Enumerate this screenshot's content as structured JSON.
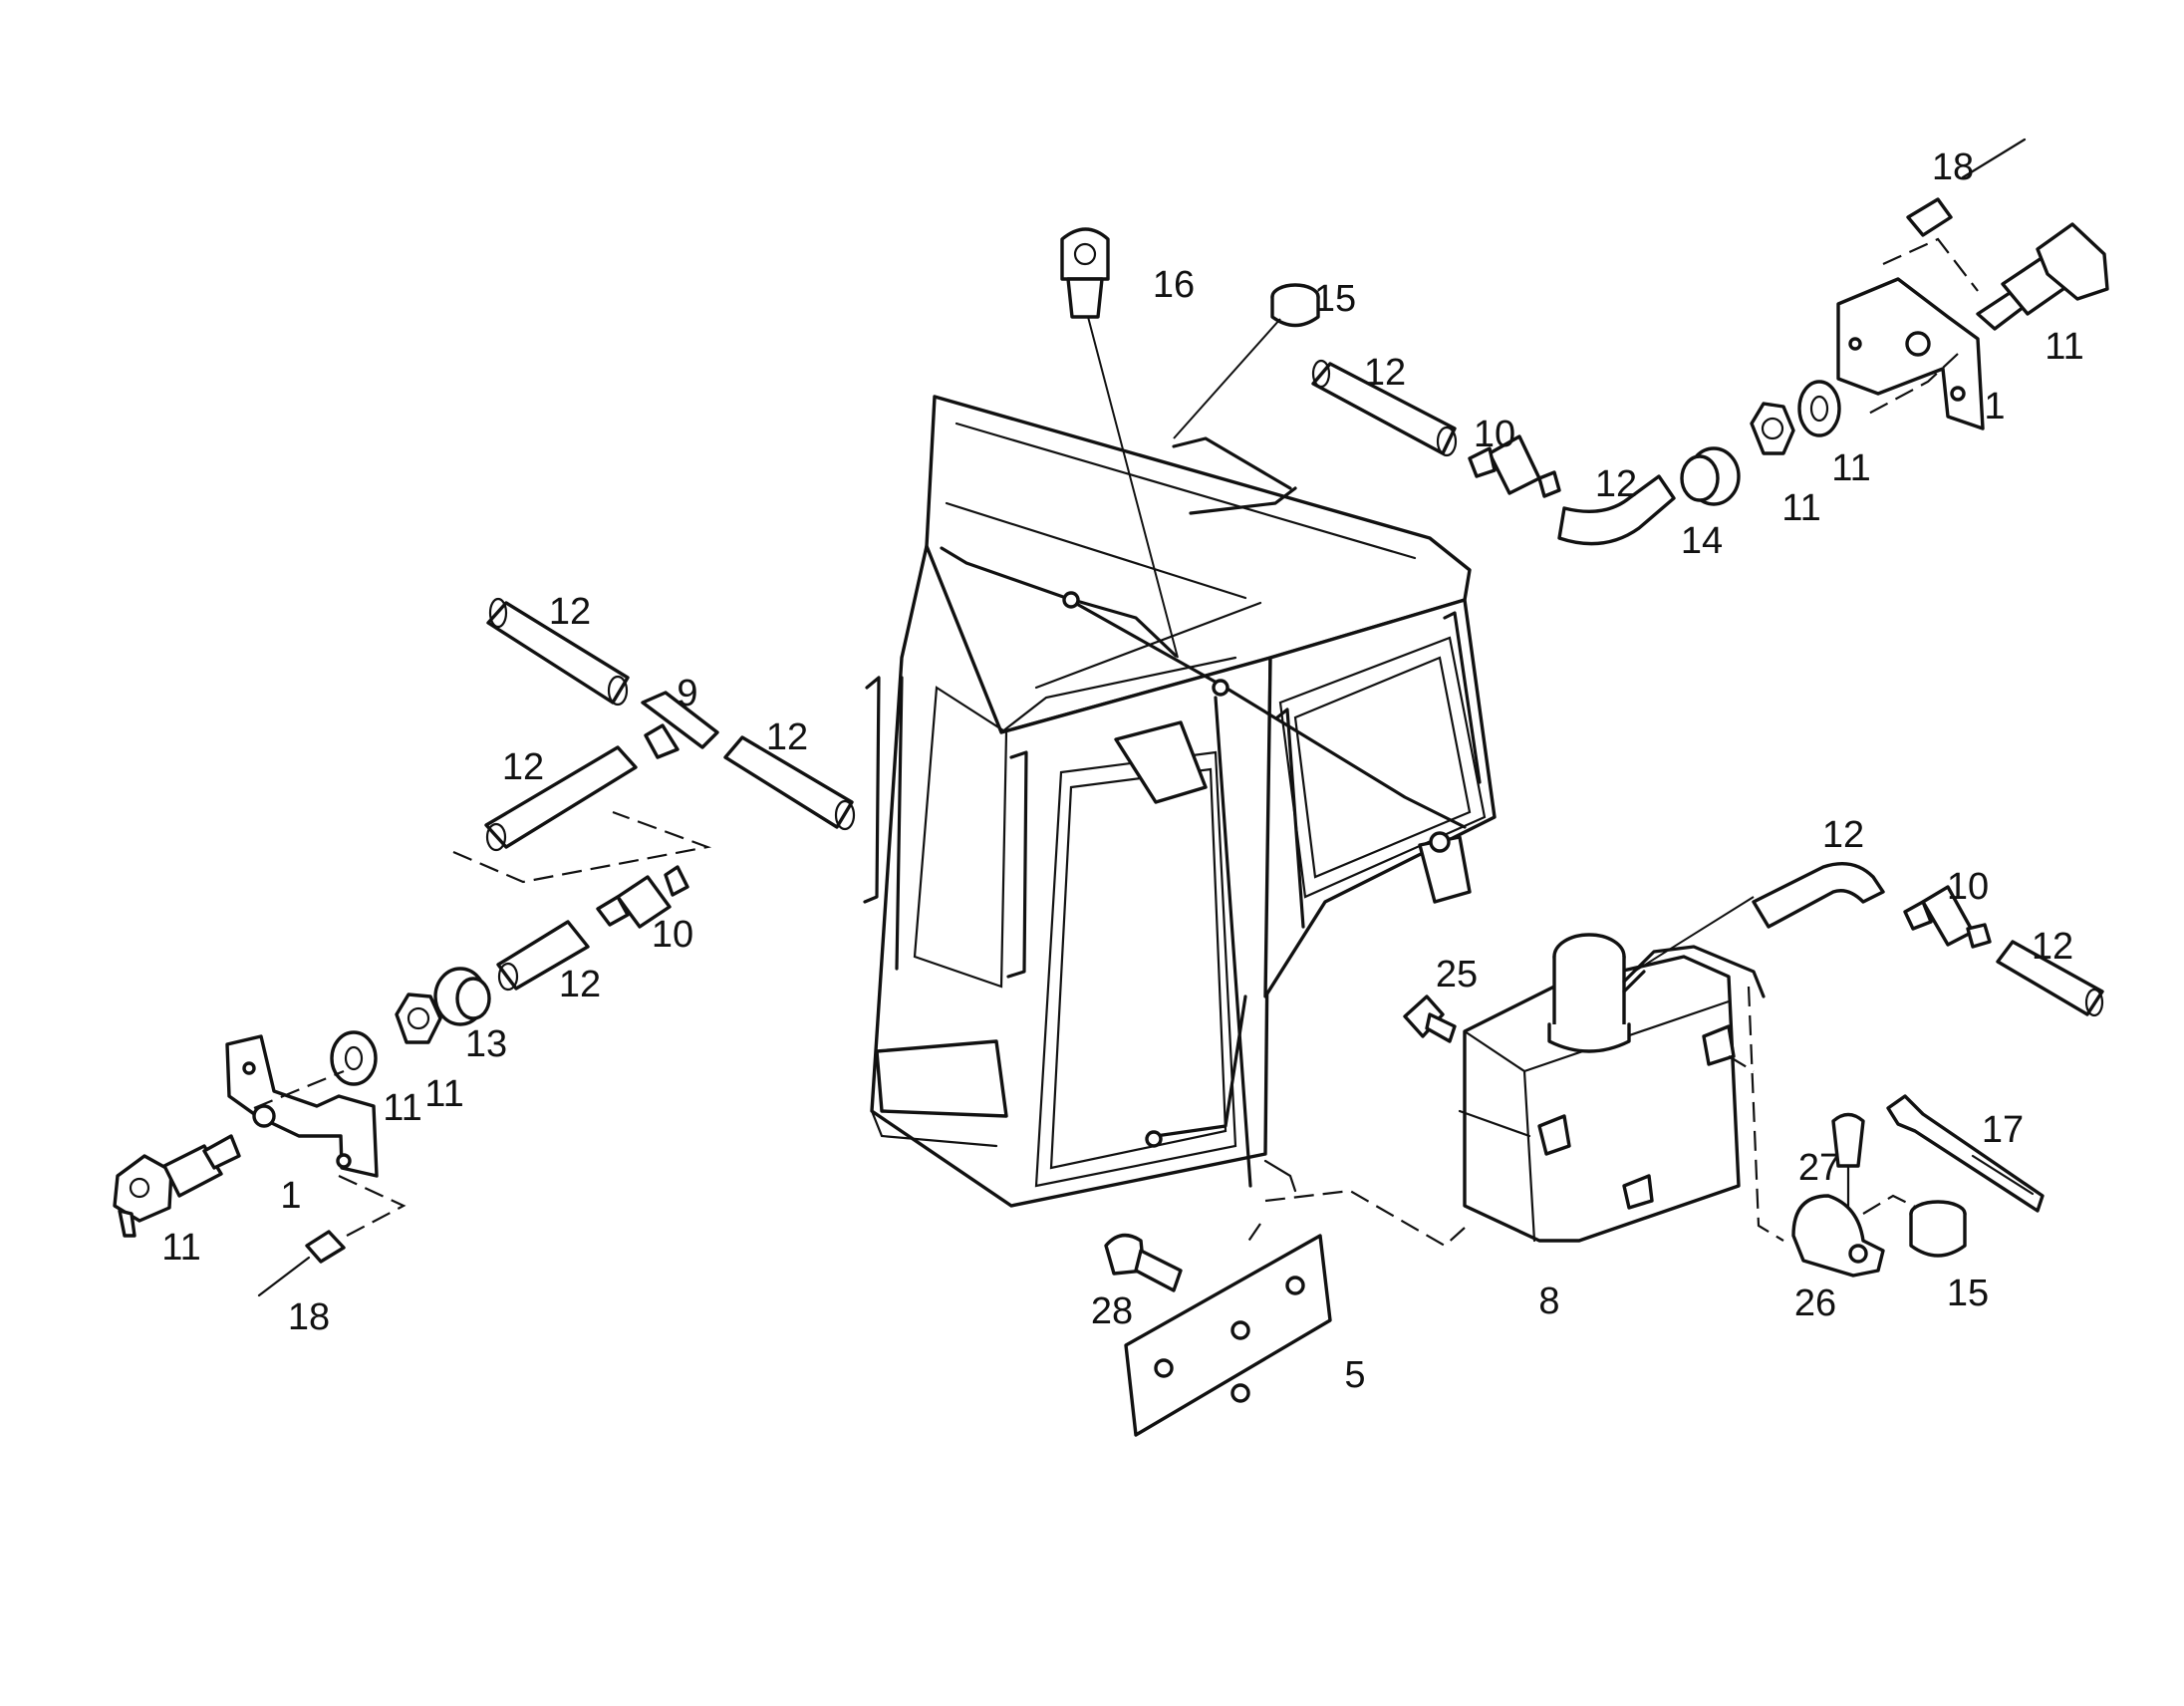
{
  "callouts": [
    {
      "id": "c-16",
      "text": "16"
    },
    {
      "id": "c-15-top",
      "text": "15"
    },
    {
      "id": "c-18-top",
      "text": "18"
    },
    {
      "id": "c-11-top-right",
      "text": "11"
    },
    {
      "id": "c-1-right",
      "text": "1"
    },
    {
      "id": "c-12-top",
      "text": "12"
    },
    {
      "id": "c-10-top",
      "text": "10"
    },
    {
      "id": "c-12-top-elbow",
      "text": "12"
    },
    {
      "id": "c-14",
      "text": "14"
    },
    {
      "id": "c-11-top-nut",
      "text": "11"
    },
    {
      "id": "c-11-top-washer",
      "text": "11"
    },
    {
      "id": "c-12-left-top",
      "text": "12"
    },
    {
      "id": "c-9",
      "text": "9"
    },
    {
      "id": "c-12-left-right",
      "text": "12"
    },
    {
      "id": "c-12-left-mid",
      "text": "12"
    },
    {
      "id": "c-10-left",
      "text": "10"
    },
    {
      "id": "c-12-left-low",
      "text": "12"
    },
    {
      "id": "c-13",
      "text": "13"
    },
    {
      "id": "c-11-left-washer",
      "text": "11"
    },
    {
      "id": "c-11-left-nut",
      "text": "11"
    },
    {
      "id": "c-1-left",
      "text": "1"
    },
    {
      "id": "c-11-left-nozzle",
      "text": "11"
    },
    {
      "id": "c-18-left",
      "text": "18"
    },
    {
      "id": "c-25",
      "text": "25"
    },
    {
      "id": "c-12-right-elbow",
      "text": "12"
    },
    {
      "id": "c-10-right",
      "text": "10"
    },
    {
      "id": "c-12-right",
      "text": "12"
    },
    {
      "id": "c-17",
      "text": "17"
    },
    {
      "id": "c-27",
      "text": "27"
    },
    {
      "id": "c-26",
      "text": "26"
    },
    {
      "id": "c-15-bottom",
      "text": "15"
    },
    {
      "id": "c-8",
      "text": "8"
    },
    {
      "id": "c-28",
      "text": "28"
    },
    {
      "id": "c-5",
      "text": "5"
    }
  ]
}
